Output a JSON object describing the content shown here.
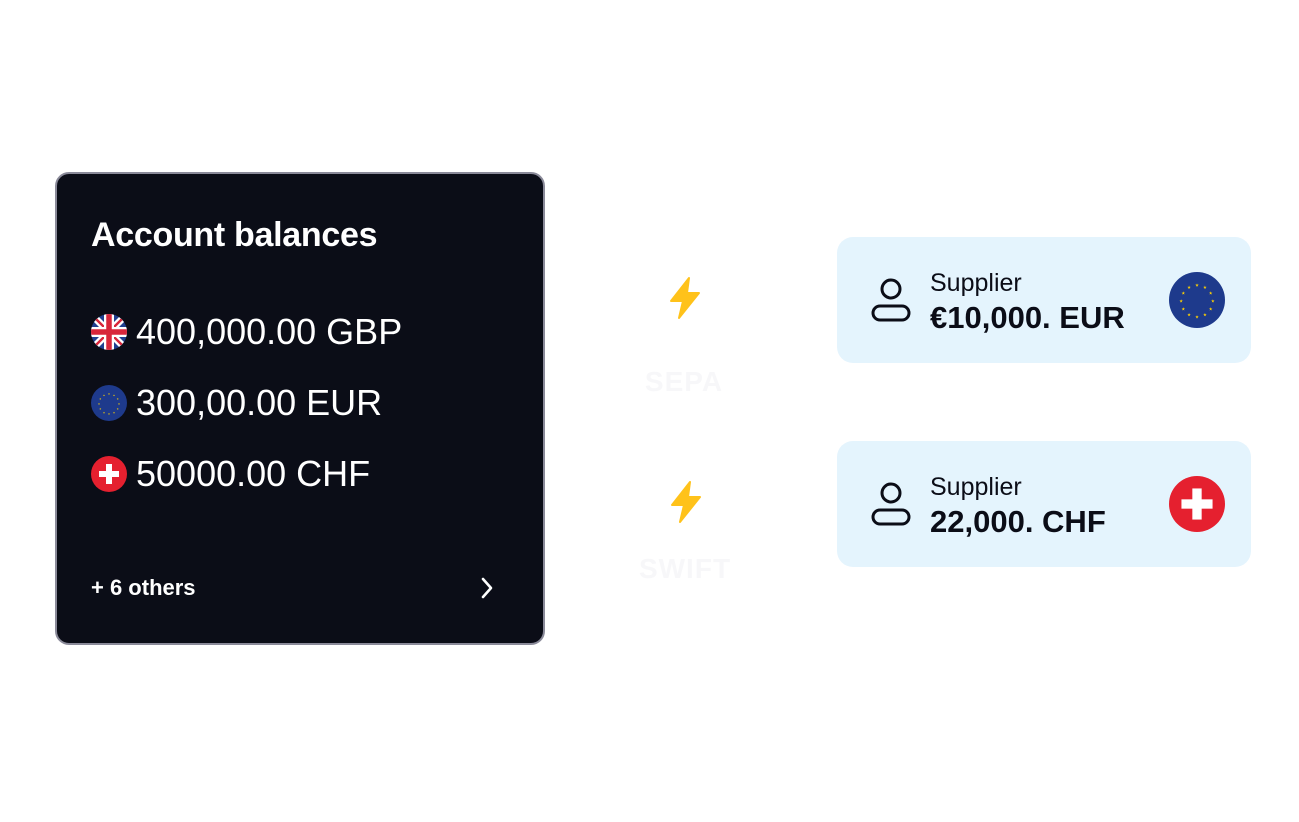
{
  "balances": {
    "title": "Account balances",
    "items": [
      {
        "amount": "400,000.00 GBP",
        "flag": "uk-flag-icon"
      },
      {
        "amount": "300,00.00 EUR",
        "flag": "eu-flag-icon"
      },
      {
        "amount": "50000.00 CHF",
        "flag": "swiss-flag-icon"
      }
    ],
    "more_label": "+ 6 others"
  },
  "transfers": [
    {
      "rail": "SEPA",
      "recipient_label": "Supplier",
      "amount": "€10,000. EUR",
      "currency_flag": "eu-flag-icon"
    },
    {
      "rail": "SWIFT",
      "recipient_label": "Supplier",
      "amount": "22,000. CHF",
      "currency_flag": "swiss-flag-icon"
    }
  ],
  "colors": {
    "card_bg": "#0b0d17",
    "supplier_bg": "#e4f4fd",
    "bolt": "#ffc21a",
    "swiss_red": "#e5202f",
    "eu_blue": "#1e3a8c"
  }
}
